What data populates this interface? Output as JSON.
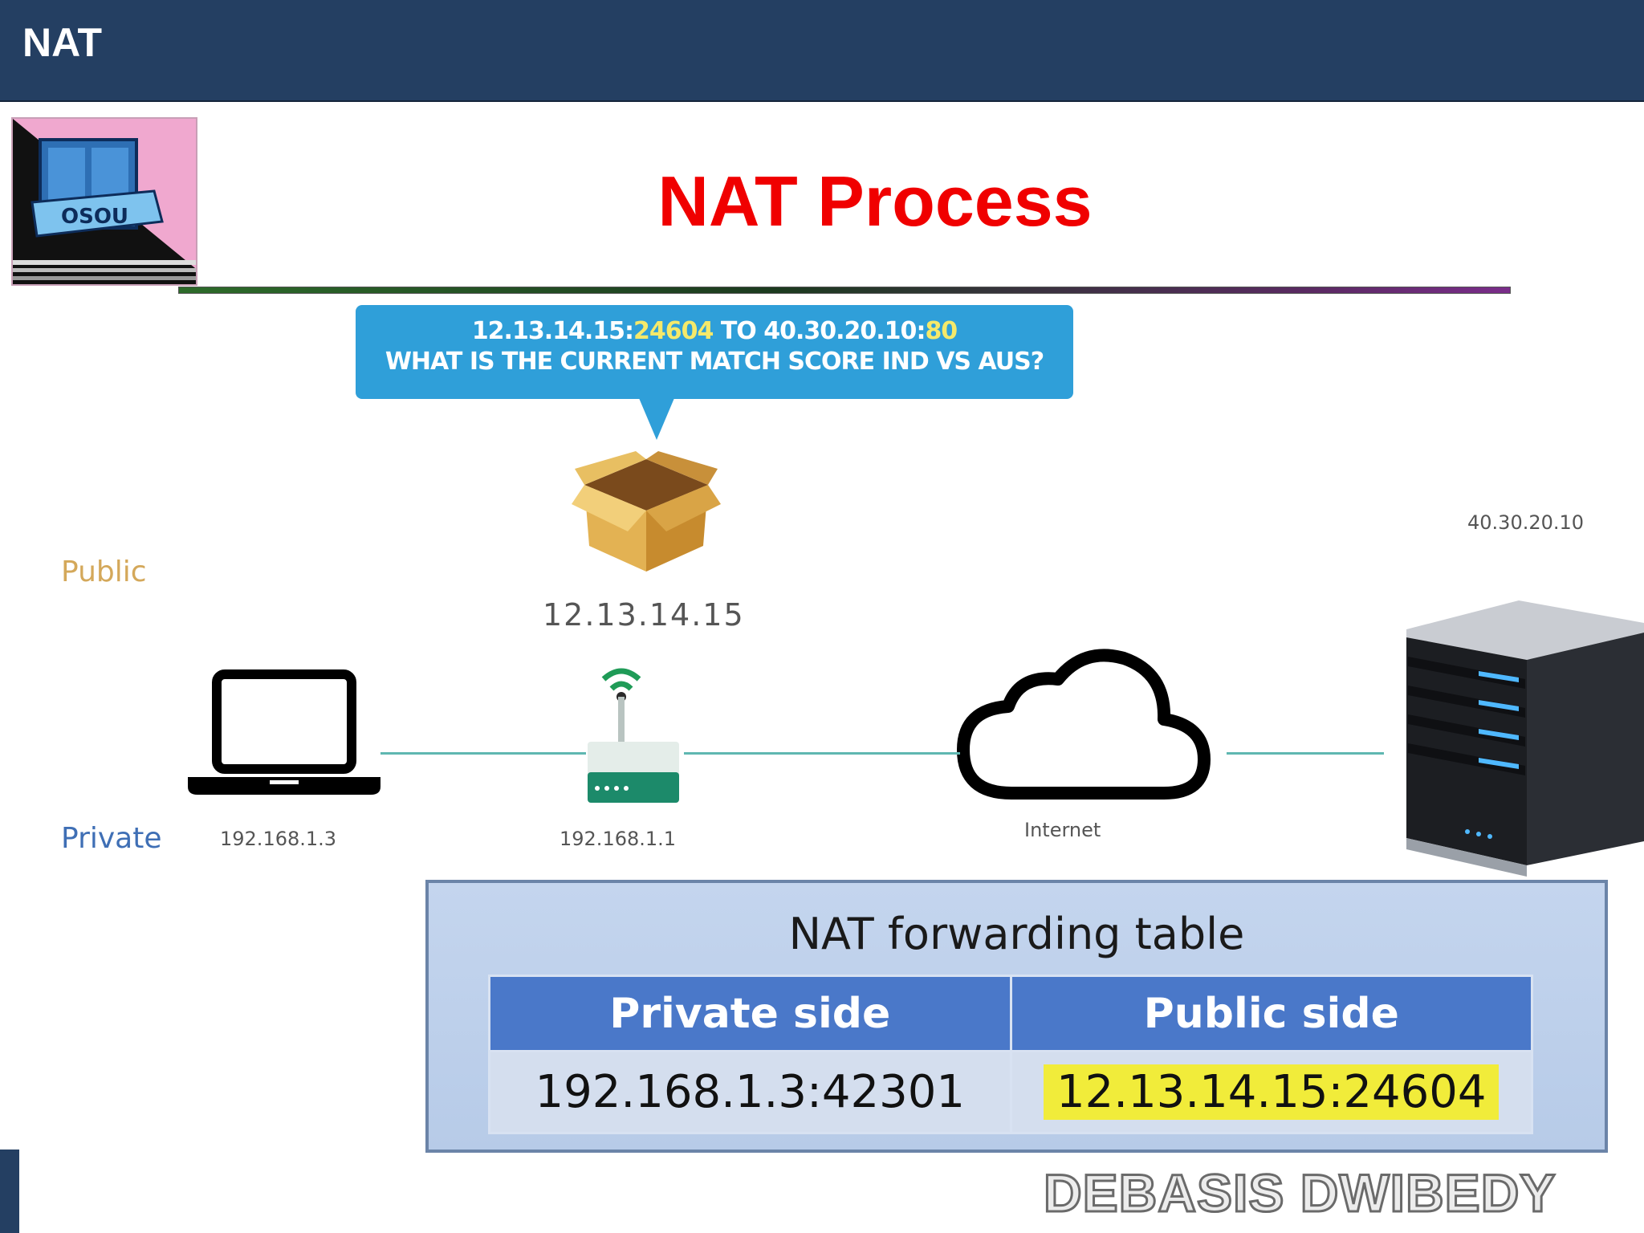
{
  "header": {
    "title": "NAT"
  },
  "slide": {
    "title": "NAT Process"
  },
  "bubble": {
    "line1_ip": "12.13.14.15",
    "line1_port": "24604",
    "line1_to": "TO",
    "line1_dest_ip": "40.30.20.10",
    "line1_dest_port": "80",
    "line2": "WHAT IS THE CURRENT MATCH SCORE IND VS AUS?"
  },
  "diagram": {
    "public_label": "Public",
    "private_label": "Private",
    "public_ip": "12.13.14.15",
    "server_ip": "40.30.20.10",
    "laptop_ip": "192.168.1.3",
    "router_ip": "192.168.1.1",
    "internet_label": "Internet",
    "icons": [
      "package-icon",
      "laptop-icon",
      "router-icon",
      "cloud-icon",
      "server-icon"
    ],
    "colors": {
      "public": "#d4a85a",
      "private": "#3f6fb5",
      "bubble": "#2f9fd9",
      "link": "#5fb7b1"
    }
  },
  "nat_table": {
    "title": "NAT forwarding table",
    "headers": [
      "Private side",
      "Public side"
    ],
    "rows": [
      [
        "192.168.1.3:42301",
        "12.13.14.15:24604"
      ]
    ]
  },
  "footer": {
    "author": "DEBASIS DWIBEDY"
  }
}
